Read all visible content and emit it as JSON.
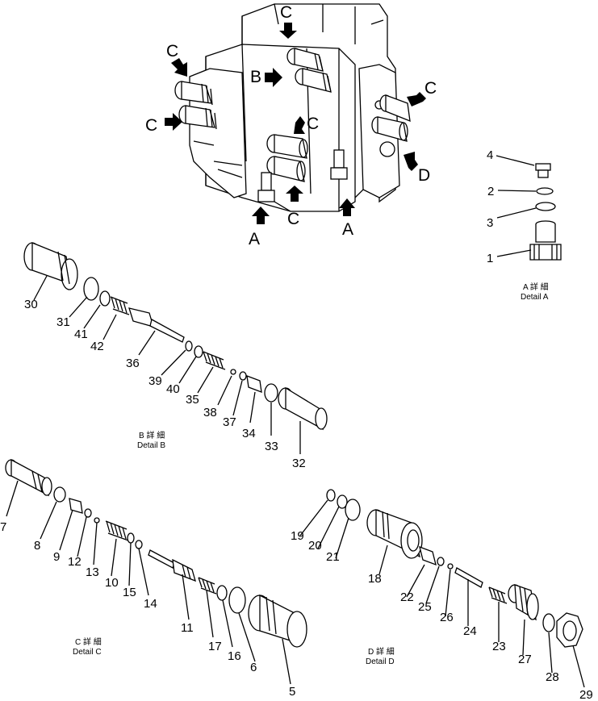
{
  "view_markers": {
    "A": "A",
    "B": "B",
    "C": "C",
    "D": "D"
  },
  "details": {
    "a": {
      "kanji": "A 詳 細",
      "caption": "Detail A"
    },
    "b": {
      "kanji": "B 詳 細",
      "caption": "Detail B"
    },
    "c": {
      "kanji": "C 詳 細",
      "caption": "Detail C"
    },
    "d": {
      "kanji": "D 詳 細",
      "caption": "Detail D"
    }
  },
  "part_numbers": {
    "p1": "1",
    "p2": "2",
    "p3": "3",
    "p4": "4",
    "p5": "5",
    "p6": "6",
    "p7": "7",
    "p8": "8",
    "p9": "9",
    "p10": "10",
    "p11": "11",
    "p12": "12",
    "p13": "13",
    "p14": "14",
    "p15": "15",
    "p16": "16",
    "p17": "17",
    "p18": "18",
    "p19": "19",
    "p20": "20",
    "p21": "21",
    "p22": "22",
    "p23": "23",
    "p24": "24",
    "p25": "25",
    "p26": "26",
    "p27": "27",
    "p28": "28",
    "p29": "29",
    "p30": "30",
    "p31": "31",
    "p32": "32",
    "p33": "33",
    "p34": "34",
    "p35": "35",
    "p36": "36",
    "p37": "37",
    "p38": "38",
    "p39": "39",
    "p40": "40",
    "p41": "41",
    "p42": "42"
  }
}
